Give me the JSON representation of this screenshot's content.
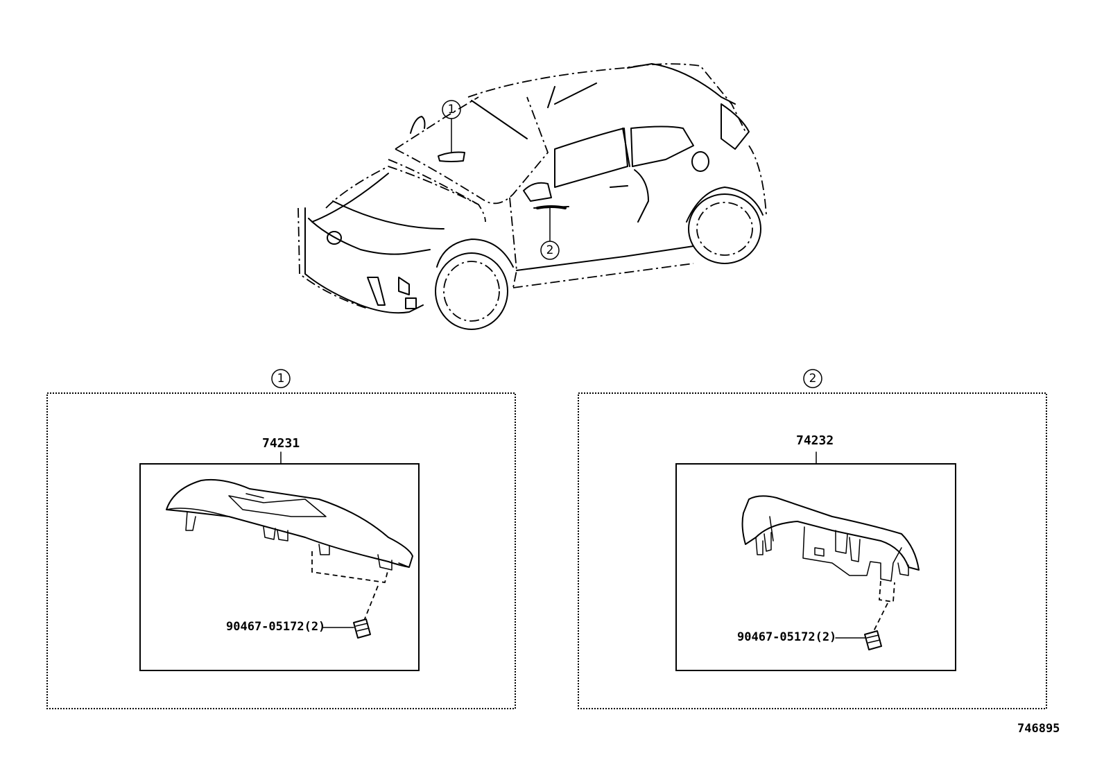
{
  "callouts": {
    "car_1": "1",
    "car_2": "2",
    "panel_1": "1",
    "panel_2": "2"
  },
  "panels": [
    {
      "part_number": "74231",
      "fastener": "90467-05172(2)"
    },
    {
      "part_number": "74232",
      "fastener": "90467-05172(2)"
    }
  ],
  "drawing_id": "746895"
}
